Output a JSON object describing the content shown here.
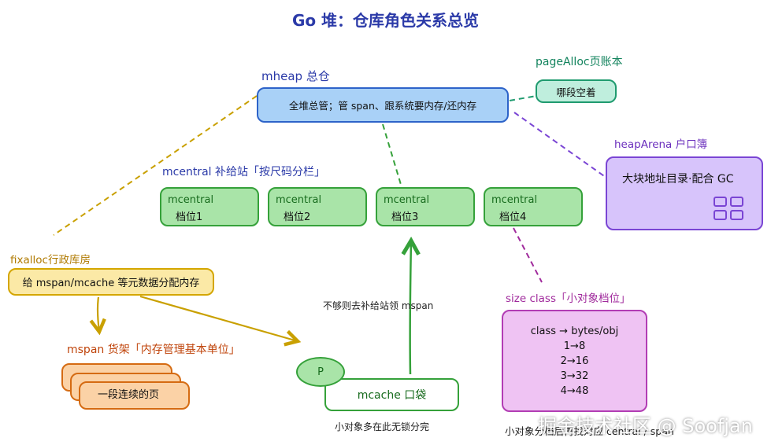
{
  "title": "Go 堆：仓库角色关系总览",
  "mheap": {
    "label": "mheap 总仓",
    "desc": "全堆总管；管 span、跟系统要内存/还内存"
  },
  "pagealloc": {
    "label": "pageAlloc页账本",
    "desc": "哪段空着"
  },
  "heaparena": {
    "label": "heapArena 户口簿",
    "desc": "大块地址目录·配合 GC",
    "icon": "grid-icon"
  },
  "mcentral": {
    "label": "mcentral 补给站「按尺码分栏」",
    "items": [
      {
        "name": "mcentral",
        "slot": "档位1"
      },
      {
        "name": "mcentral",
        "slot": "档位2"
      },
      {
        "name": "mcentral",
        "slot": "档位3"
      },
      {
        "name": "mcentral",
        "slot": "档位4"
      }
    ]
  },
  "fixalloc": {
    "label": "fixalloc行政库房",
    "desc": "给 mspan/mcache 等元数据分配内存"
  },
  "mspan": {
    "label": "mspan 货架「内存管理基本单位」",
    "desc": "一段连续的页"
  },
  "p": {
    "label": "P"
  },
  "mcache": {
    "label": "mcache 口袋",
    "note": "小对象多在此无锁分完"
  },
  "arrow_note": "不够则去补给站领 mspan",
  "sizeclass": {
    "label": "size class「小对象档位」",
    "lines": [
      "class → bytes/obj",
      "1→8",
      "2→16",
      "3→32",
      "4→48"
    ],
    "note": "小对象分档后再找对应 central / span"
  },
  "watermark": "掘金技术社区 @ Soofjan",
  "colors": {
    "title": "#2b3aa8",
    "mheap": "#a9d1f7",
    "mcentral": "#a9e4a8",
    "heaparena": "#d7c4fb",
    "fixalloc": "#fbe9a6",
    "mspan": "#fbd2a6",
    "sizeclass": "#efc3f3"
  }
}
